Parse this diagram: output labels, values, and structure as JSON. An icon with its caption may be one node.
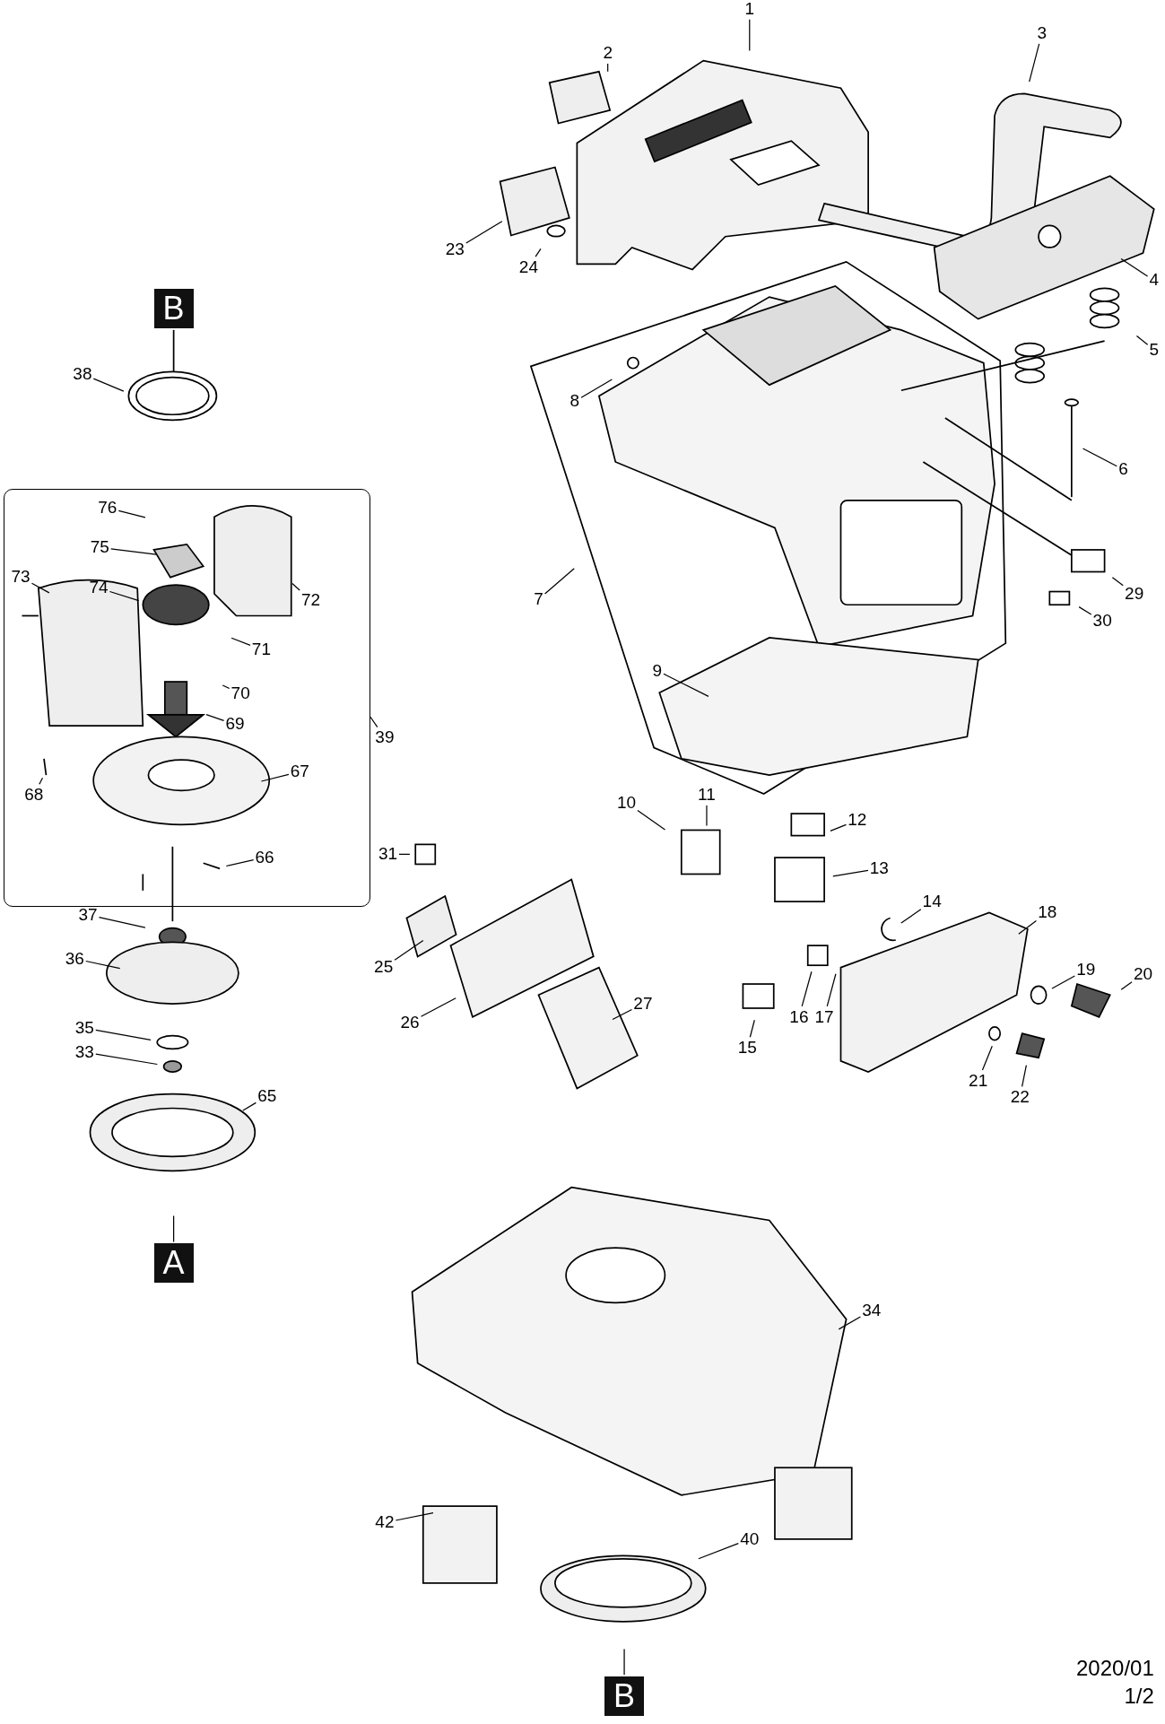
{
  "diagram": {
    "nodes": [
      {
        "text": [
          "1"
        ]
      },
      {
        "text": [
          "2"
        ]
      },
      {
        "text": [
          "3"
        ]
      },
      {
        "text": [
          "23"
        ]
      },
      {
        "text": [
          "24"
        ]
      },
      {
        "text": [
          "4"
        ]
      },
      {
        "text": [
          "B"
        ]
      },
      {
        "text": [
          "38"
        ]
      },
      {
        "text": [
          "5"
        ]
      },
      {
        "text": [
          "8"
        ]
      },
      {
        "text": [
          "6"
        ]
      },
      {
        "text": [],
        "shape": "box"
      },
      {
        "text": [
          "76"
        ],
        "in": 11
      },
      {
        "text": [
          "75"
        ],
        "in": 11
      },
      {
        "text": [
          "73"
        ],
        "in": 11
      },
      {
        "text": [
          "74"
        ],
        "in": 11
      },
      {
        "text": [
          "72"
        ],
        "in": 11
      },
      {
        "text": [
          "71"
        ],
        "in": 11
      },
      {
        "text": [
          "70"
        ],
        "in": 11
      },
      {
        "text": [
          "69"
        ],
        "in": 11
      },
      {
        "text": [
          "68"
        ],
        "in": 11
      },
      {
        "text": [
          "67"
        ],
        "in": 11
      },
      {
        "text": [
          "66"
        ],
        "in": 11
      },
      {
        "text": [
          "39"
        ]
      },
      {
        "text": [
          "7"
        ]
      },
      {
        "text": [
          "29"
        ]
      },
      {
        "text": [
          "30"
        ]
      },
      {
        "text": [
          "9"
        ]
      },
      {
        "text": [
          "10"
        ]
      },
      {
        "text": [
          "11"
        ]
      },
      {
        "text": [
          "12"
        ]
      },
      {
        "text": [
          "13"
        ]
      },
      {
        "text": [
          "37"
        ]
      },
      {
        "text": [
          "31"
        ]
      },
      {
        "text": [
          "14"
        ]
      },
      {
        "text": [
          "18"
        ]
      },
      {
        "text": [
          "36"
        ]
      },
      {
        "text": [
          "25"
        ]
      },
      {
        "text": [
          "19"
        ]
      },
      {
        "text": [
          "20"
        ]
      },
      {
        "text": [
          "26"
        ]
      },
      {
        "text": [
          "27"
        ]
      },
      {
        "text": [
          "15"
        ]
      },
      {
        "text": [
          "16"
        ]
      },
      {
        "text": [
          "17"
        ]
      },
      {
        "text": [
          "35"
        ]
      },
      {
        "text": [
          "33"
        ]
      },
      {
        "text": [
          "21"
        ]
      },
      {
        "text": [
          "22"
        ]
      },
      {
        "text": [
          "65"
        ]
      },
      {
        "text": [
          "A"
        ]
      },
      {
        "text": [
          "34"
        ]
      },
      {
        "text": [
          "42"
        ]
      },
      {
        "text": [
          "40"
        ]
      },
      {
        "text": [
          "B"
        ]
      }
    ],
    "edges": [
      {
        "from": 0,
        "to": null,
        "arrow": "none"
      },
      {
        "from": 1,
        "to": null,
        "arrow": "none"
      },
      {
        "from": 2,
        "to": null,
        "arrow": "none"
      },
      {
        "from": 3,
        "to": null,
        "arrow": "none"
      },
      {
        "from": 4,
        "to": null,
        "arrow": "none"
      },
      {
        "from": 5,
        "to": null,
        "arrow": "none"
      },
      {
        "from": 6,
        "to": null,
        "arrow": "none"
      },
      {
        "from": 7,
        "to": null,
        "arrow": "none"
      },
      {
        "from": 8,
        "to": null,
        "arrow": "none"
      },
      {
        "from": 9,
        "to": null,
        "arrow": "none"
      },
      {
        "from": 10,
        "to": null,
        "arrow": "none"
      },
      {
        "from": 12,
        "to": null,
        "arrow": "none"
      },
      {
        "from": 13,
        "to": null,
        "arrow": "none"
      },
      {
        "from": 14,
        "to": null,
        "arrow": "none"
      },
      {
        "from": 15,
        "to": null,
        "arrow": "none"
      },
      {
        "from": 16,
        "to": null,
        "arrow": "none"
      },
      {
        "from": 17,
        "to": null,
        "arrow": "none"
      },
      {
        "from": 18,
        "to": null,
        "arrow": "none"
      },
      {
        "from": 19,
        "to": null,
        "arrow": "none"
      },
      {
        "from": 20,
        "to": null,
        "arrow": "none"
      },
      {
        "from": 21,
        "to": null,
        "arrow": "none"
      },
      {
        "from": 22,
        "to": null,
        "arrow": "none"
      },
      {
        "from": 23,
        "to": 11,
        "arrow": "none"
      },
      {
        "from": 24,
        "to": null,
        "arrow": "none"
      },
      {
        "from": 25,
        "to": null,
        "arrow": "none"
      },
      {
        "from": 26,
        "to": null,
        "arrow": "none"
      },
      {
        "from": 27,
        "to": null,
        "arrow": "none"
      },
      {
        "from": 28,
        "to": null,
        "arrow": "none"
      },
      {
        "from": 29,
        "to": null,
        "arrow": "none"
      },
      {
        "from": 30,
        "to": null,
        "arrow": "none"
      },
      {
        "from": 31,
        "to": null,
        "arrow": "none"
      },
      {
        "from": 32,
        "to": null,
        "arrow": "none"
      },
      {
        "from": 33,
        "to": null,
        "arrow": "none"
      },
      {
        "from": 34,
        "to": null,
        "arrow": "none"
      },
      {
        "from": 35,
        "to": null,
        "arrow": "none"
      },
      {
        "from": 36,
        "to": null,
        "arrow": "none"
      },
      {
        "from": 37,
        "to": null,
        "arrow": "none"
      },
      {
        "from": 38,
        "to": null,
        "arrow": "none"
      },
      {
        "from": 39,
        "to": null,
        "arrow": "none"
      },
      {
        "from": 40,
        "to": null,
        "arrow": "none"
      },
      {
        "from": 41,
        "to": null,
        "arrow": "none"
      },
      {
        "from": 42,
        "to": null,
        "arrow": "none"
      },
      {
        "from": 43,
        "to": null,
        "arrow": "none"
      },
      {
        "from": 44,
        "to": null,
        "arrow": "none"
      },
      {
        "from": 45,
        "to": null,
        "arrow": "none"
      },
      {
        "from": 46,
        "to": null,
        "arrow": "none"
      },
      {
        "from": 47,
        "to": null,
        "arrow": "none"
      },
      {
        "from": 48,
        "to": null,
        "arrow": "none"
      },
      {
        "from": 49,
        "to": null,
        "arrow": "none"
      },
      {
        "from": 50,
        "to": null,
        "arrow": "none"
      },
      {
        "from": 51,
        "to": null,
        "arrow": "none"
      },
      {
        "from": 52,
        "to": null,
        "arrow": "none"
      },
      {
        "from": 53,
        "to": null,
        "arrow": "none"
      },
      {
        "from": 54,
        "to": null,
        "arrow": "none"
      }
    ],
    "labels": [
      "2020/01",
      "1/2"
    ]
  }
}
